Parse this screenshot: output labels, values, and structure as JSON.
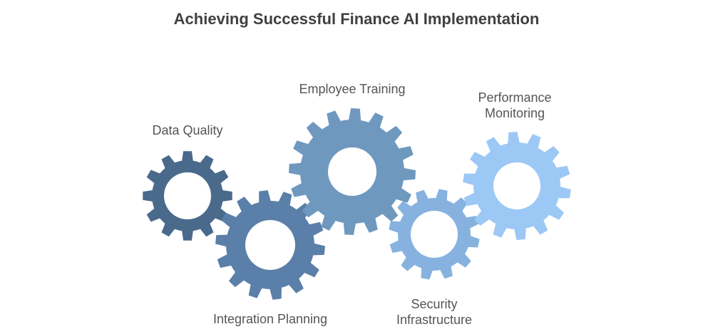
{
  "title": "Achieving Successful Finance AI Implementation",
  "gears": [
    {
      "id": "data-quality",
      "label_lines": [
        "Data Quality"
      ],
      "color": "#4A6A8C"
    },
    {
      "id": "integration-planning",
      "label_lines": [
        "Integration Planning"
      ],
      "color": "#5A7FA8"
    },
    {
      "id": "employee-training",
      "label_lines": [
        "Employee Training"
      ],
      "color": "#6F98BF"
    },
    {
      "id": "security-infrastructure",
      "label_lines": [
        "Security",
        "Infrastructure"
      ],
      "color": "#87B2E0"
    },
    {
      "id": "performance-monitoring",
      "label_lines": [
        "Performance",
        "Monitoring"
      ],
      "color": "#9CC8F5"
    }
  ]
}
